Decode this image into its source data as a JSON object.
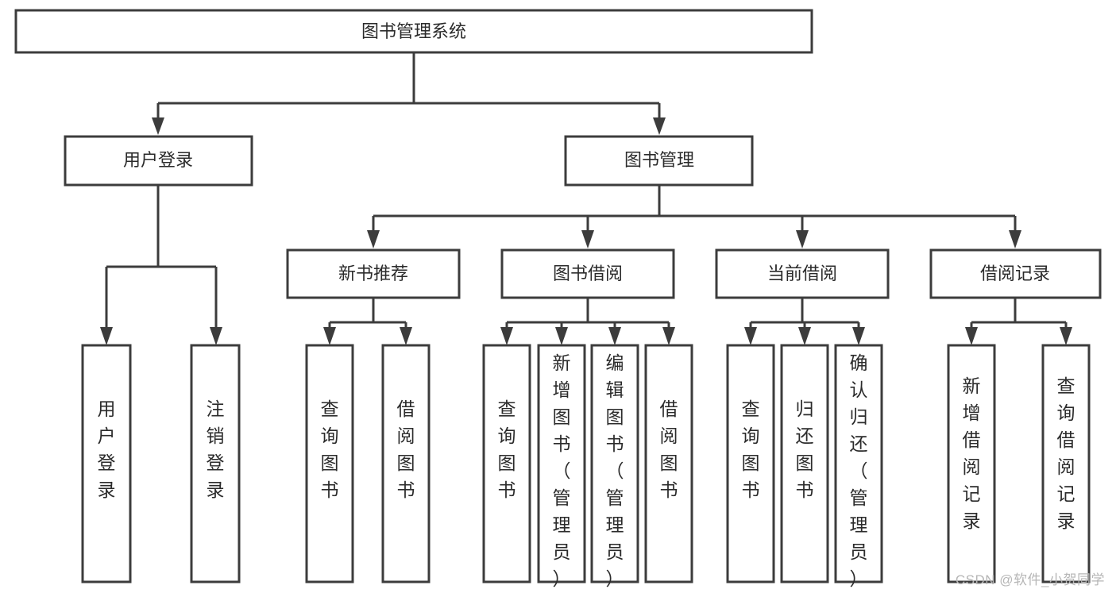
{
  "diagram": {
    "type": "tree-hierarchy-functional-decomposition",
    "root": {
      "id": "root",
      "label": "图书管理系统"
    },
    "level1": [
      {
        "id": "user-login",
        "label": "用户登录"
      },
      {
        "id": "book-management",
        "label": "图书管理"
      }
    ],
    "level2": [
      {
        "id": "new-book-recommend",
        "label": "新书推荐",
        "parent": "book-management"
      },
      {
        "id": "book-borrow",
        "label": "图书借阅",
        "parent": "book-management"
      },
      {
        "id": "current-borrow",
        "label": "当前借阅",
        "parent": "book-management"
      },
      {
        "id": "borrow-record",
        "label": "借阅记录",
        "parent": "book-management"
      }
    ],
    "leaves": {
      "user-login": [
        {
          "id": "leaf-user-login",
          "label": "用户登录"
        },
        {
          "id": "leaf-logout-login",
          "label": "注销登录"
        }
      ],
      "new-book-recommend": [
        {
          "id": "leaf-query-book-1",
          "label": "查询图书"
        },
        {
          "id": "leaf-borrow-book-1",
          "label": "借阅图书"
        }
      ],
      "book-borrow": [
        {
          "id": "leaf-query-book-2",
          "label": "查询图书"
        },
        {
          "id": "leaf-add-book",
          "label": "新增图书（管理员）"
        },
        {
          "id": "leaf-edit-book",
          "label": "编辑图书（管理员）"
        },
        {
          "id": "leaf-borrow-book-2",
          "label": "借阅图书"
        }
      ],
      "current-borrow": [
        {
          "id": "leaf-query-book-3",
          "label": "查询图书"
        },
        {
          "id": "leaf-return-book",
          "label": "归还图书"
        },
        {
          "id": "leaf-confirm-return",
          "label": "确认归还（管理员）"
        }
      ],
      "borrow-record": [
        {
          "id": "leaf-add-record",
          "label": "新增借阅记录"
        },
        {
          "id": "leaf-query-record",
          "label": "查询借阅记录"
        }
      ]
    },
    "colors": {
      "stroke": "#3c3c3c",
      "fill": "#ffffff",
      "text": "#2b2b2b",
      "background": "#ffffff",
      "watermark": "#b6b6b6"
    }
  },
  "watermark": {
    "text": "CSDN @软件_小贺同学"
  }
}
